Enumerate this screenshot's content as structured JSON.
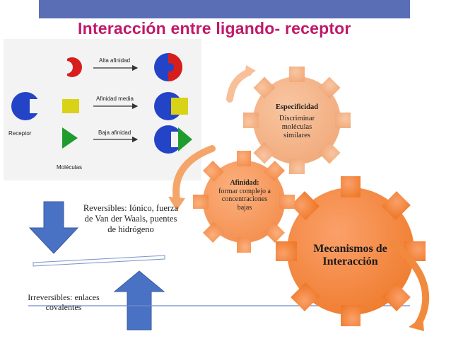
{
  "title": "Interacción entre ligando- receptor",
  "inset": {
    "receptor_label": "Receptor",
    "molecules_label": "Moléculas",
    "high_affinity": "Alta afinidad",
    "medium_affinity": "Afinidad media",
    "low_affinity": "Baja afinidad"
  },
  "reversible_text": "Reversibles: Iónico, fuerza de Van der Waals, puentes de hidrógeno",
  "irreversible_text": "Irreversibles: enlaces covalentes",
  "gears": {
    "mechanisms": "Mecanismos de Interacción",
    "affinity_title": "Afinidad:",
    "affinity_text": "formar complejo a concentraciones bajas",
    "specificity_title": "Especificidad",
    "specificity_text": "Discriminar moléculas similares"
  },
  "colors": {
    "title": "#c0196a",
    "gear_large": "#f58a3c",
    "gear_medium": "#f79a5c",
    "gear_small": "#f6b58c",
    "arrows": "#4a72c4"
  }
}
